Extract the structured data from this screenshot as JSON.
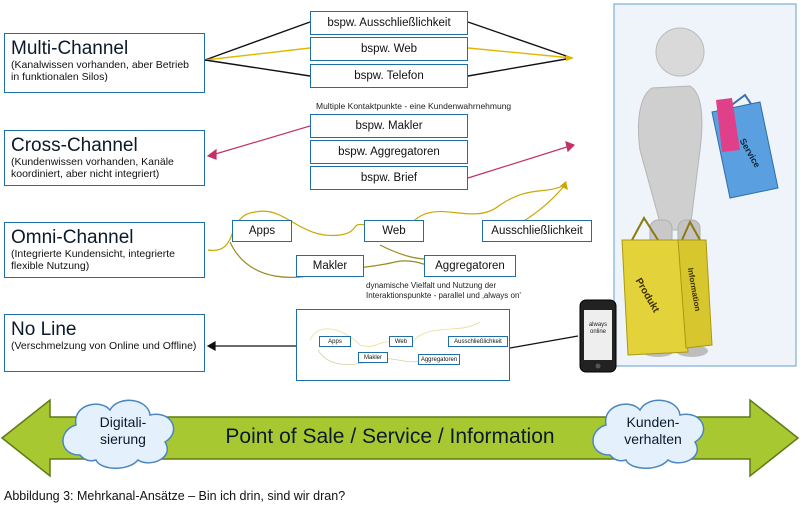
{
  "approaches": [
    {
      "title": "Multi-Channel",
      "desc": "(Kanalwissen vorhanden, aber Betrieb in funktionalen Silos)"
    },
    {
      "title": "Cross-Channel",
      "desc": "(Kundenwissen vorhanden, Kanäle koordiniert, aber nicht integriert)"
    },
    {
      "title": "Omni-Channel",
      "desc": "(Integrierte Kundensicht, integrierte flexible Nutzung)"
    },
    {
      "title": "No Line",
      "desc": "(Verschmelzung von Online und Offline)"
    }
  ],
  "multi_channel": [
    "bspw. Ausschließlichkeit",
    "bspw. Web",
    "bspw. Telefon"
  ],
  "cross_channel": [
    "bspw. Makler",
    "bspw. Aggregatoren",
    "bspw. Brief"
  ],
  "cross_note": "Multiple Kontaktpunkte - eine Kundenwahrnehmung",
  "omni_channel": [
    "Apps",
    "Web",
    "Ausschließlichkeit",
    "Makler",
    "Aggregatoren"
  ],
  "omni_note": "dynamische Vielfalt und Nutzung der Interaktionspunkte - parallel und ‚always on'",
  "noline_mini": [
    "Apps",
    "Web",
    "Ausschließlichkeit",
    "Makler",
    "Aggregatoren"
  ],
  "phone_text": "always online",
  "bags": [
    "Service",
    "Produkt",
    "Information"
  ],
  "arrow": {
    "label": "Point of Sale / Service / Information",
    "left_cloud": "Digitali-\nsierung",
    "right_cloud": "Kunden-\nverhalten",
    "color": "#a8c832"
  },
  "caption": "Abbildung 3: Mehrkanal-Ansätze – Bin ich drin, sind wir dran?"
}
